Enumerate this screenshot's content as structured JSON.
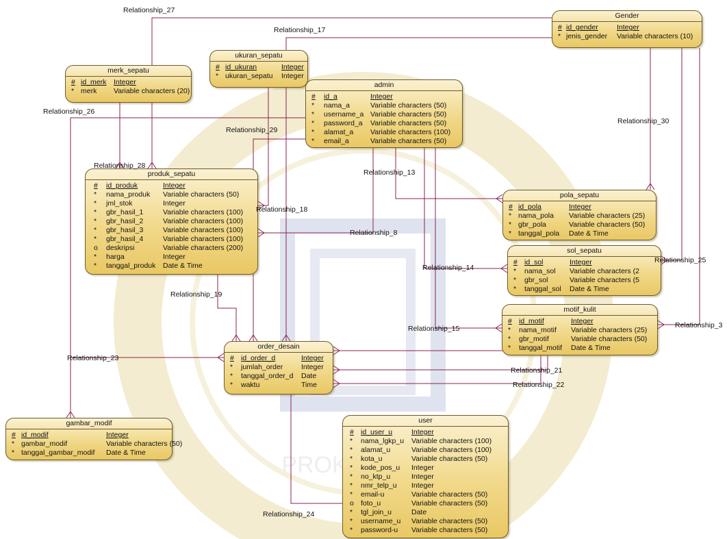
{
  "entities": [
    {
      "name": "Gender",
      "attrs": [
        [
          "#",
          "id_gender",
          "Integer",
          true
        ],
        [
          "*",
          "jenis_gender",
          "Variable characters (10)",
          false
        ]
      ]
    },
    {
      "name": "ukuran_sepatu",
      "attrs": [
        [
          "#",
          "id_ukuran",
          "Integer",
          true
        ],
        [
          "*",
          "ukuran_sepatu",
          "Integer",
          false
        ]
      ]
    },
    {
      "name": "merk_sepatu",
      "attrs": [
        [
          "#",
          "id_merk",
          "Integer",
          true
        ],
        [
          "*",
          "merk",
          "Variable characters (20)",
          false
        ]
      ]
    },
    {
      "name": "admin",
      "attrs": [
        [
          "#",
          "id_a",
          "Integer",
          true
        ],
        [
          "*",
          "nama_a",
          "Variable characters (50)",
          false
        ],
        [
          "*",
          "username_a",
          "Variable characters (50)",
          false
        ],
        [
          "*",
          "password_a",
          "Variable characters (50)",
          false
        ],
        [
          "*",
          "alamat_a",
          "Variable characters (100)",
          false
        ],
        [
          "*",
          "email_a",
          "Variable characters (50)",
          false
        ]
      ]
    },
    {
      "name": "produk_sepatu",
      "attrs": [
        [
          "#",
          "id_produk",
          "Integer",
          true
        ],
        [
          "*",
          "nama_produk",
          "Variable characters (50)",
          false
        ],
        [
          "*",
          "jml_stok",
          "Integer",
          false
        ],
        [
          "*",
          "gbr_hasil_1",
          "Variable characters (100)",
          false
        ],
        [
          "*",
          "gbr_hasil_2",
          "Variable characters (100)",
          false
        ],
        [
          "*",
          "gbr_hasil_3",
          "Variable characters (100)",
          false
        ],
        [
          "*",
          "gbr_hasil_4",
          "Variable characters (100)",
          false
        ],
        [
          "o",
          "deskripsi",
          "Variable characters (200)",
          false
        ],
        [
          "*",
          "harga",
          "Integer",
          false
        ],
        [
          "*",
          "tanggal_produk",
          "Date & Time",
          false
        ]
      ]
    },
    {
      "name": "pola_sepatu",
      "attrs": [
        [
          "#",
          "id_pola",
          "Integer",
          true
        ],
        [
          "*",
          "nama_pola",
          "Variable characters (25)",
          false
        ],
        [
          "*",
          "gbr_pola",
          "Variable characters (50)",
          false
        ],
        [
          "*",
          "tanggal_pola",
          "Date & Time",
          false
        ]
      ]
    },
    {
      "name": "sol_sepatu",
      "attrs": [
        [
          "#",
          "id_sol",
          "Integer",
          true
        ],
        [
          "*",
          "nama_sol",
          "Variable characters (2",
          false
        ],
        [
          "*",
          "gbr_sol",
          "Variable characters (5",
          false
        ],
        [
          "*",
          "tanggal_sol",
          "Date & Time",
          false
        ]
      ]
    },
    {
      "name": "motif_kulit",
      "attrs": [
        [
          "#",
          "id_motif",
          "Integer",
          true
        ],
        [
          "*",
          "nama_motif",
          "Variable characters (25)",
          false
        ],
        [
          "*",
          "gbr_motif",
          "Variable characters (50)",
          false
        ],
        [
          "*",
          "tanggal_motif",
          "Date & Time",
          false
        ]
      ]
    },
    {
      "name": "order_desain",
      "attrs": [
        [
          "#",
          "id_order_d",
          "Integer",
          true
        ],
        [
          "*",
          "jumlah_order",
          "Integer",
          false
        ],
        [
          "*",
          "tanggal_order_d",
          "Date",
          false
        ],
        [
          "*",
          "waktu",
          "Time",
          false
        ]
      ]
    },
    {
      "name": "gambar_modif",
      "attrs": [
        [
          "#",
          "id_modif",
          "Integer",
          true
        ],
        [
          "*",
          "gambar_modif",
          "Variable characters (50)",
          false
        ],
        [
          "*",
          "tanggal_gambar_modif",
          "Date & Time",
          false
        ]
      ]
    },
    {
      "name": "user",
      "attrs": [
        [
          "#",
          "id_user_u",
          "Integer",
          true
        ],
        [
          "*",
          "nama_lgkp_u",
          "Variable characters (100)",
          false
        ],
        [
          "*",
          "alamat_u",
          "Variable characters (100)",
          false
        ],
        [
          "*",
          "kota_u",
          "Variable characters (50)",
          false
        ],
        [
          "*",
          "kode_pos_u",
          "Integer",
          false
        ],
        [
          "*",
          "no_ktp_u",
          "Integer",
          false
        ],
        [
          "*",
          "nmr_telp_u",
          "Integer",
          false
        ],
        [
          "*",
          "email-u",
          "Variable characters (50)",
          false
        ],
        [
          "o",
          "foto_u",
          "Variable characters (50)",
          false
        ],
        [
          "*",
          "tgl_join_u",
          "Date",
          false
        ],
        [
          "*",
          "username_u",
          "Variable characters (50)",
          false
        ],
        [
          "*",
          "password-u",
          "Variable characters (50)",
          false
        ]
      ]
    }
  ],
  "relationships": [
    "Relationship_27",
    "Relationship_17",
    "Relationship_26",
    "Relationship_29",
    "Relationship_28",
    "Relationship_30",
    "Relationship_13",
    "Relationship_18",
    "Relationship_8",
    "Relationship_14",
    "Relationship_25",
    "Relationship_19",
    "Relationship_15",
    "Relationship_3",
    "Relationship_23",
    "Relationship_21",
    "Relationship_22",
    "Relationship_24"
  ],
  "watermark": {
    "text": "PROKLAMATIA"
  },
  "colors": {
    "line": "#8a2050",
    "entity_border": "#6b5a2a",
    "entity_fill_top": "#fbf1d2",
    "entity_fill_bottom": "#e9c864"
  }
}
